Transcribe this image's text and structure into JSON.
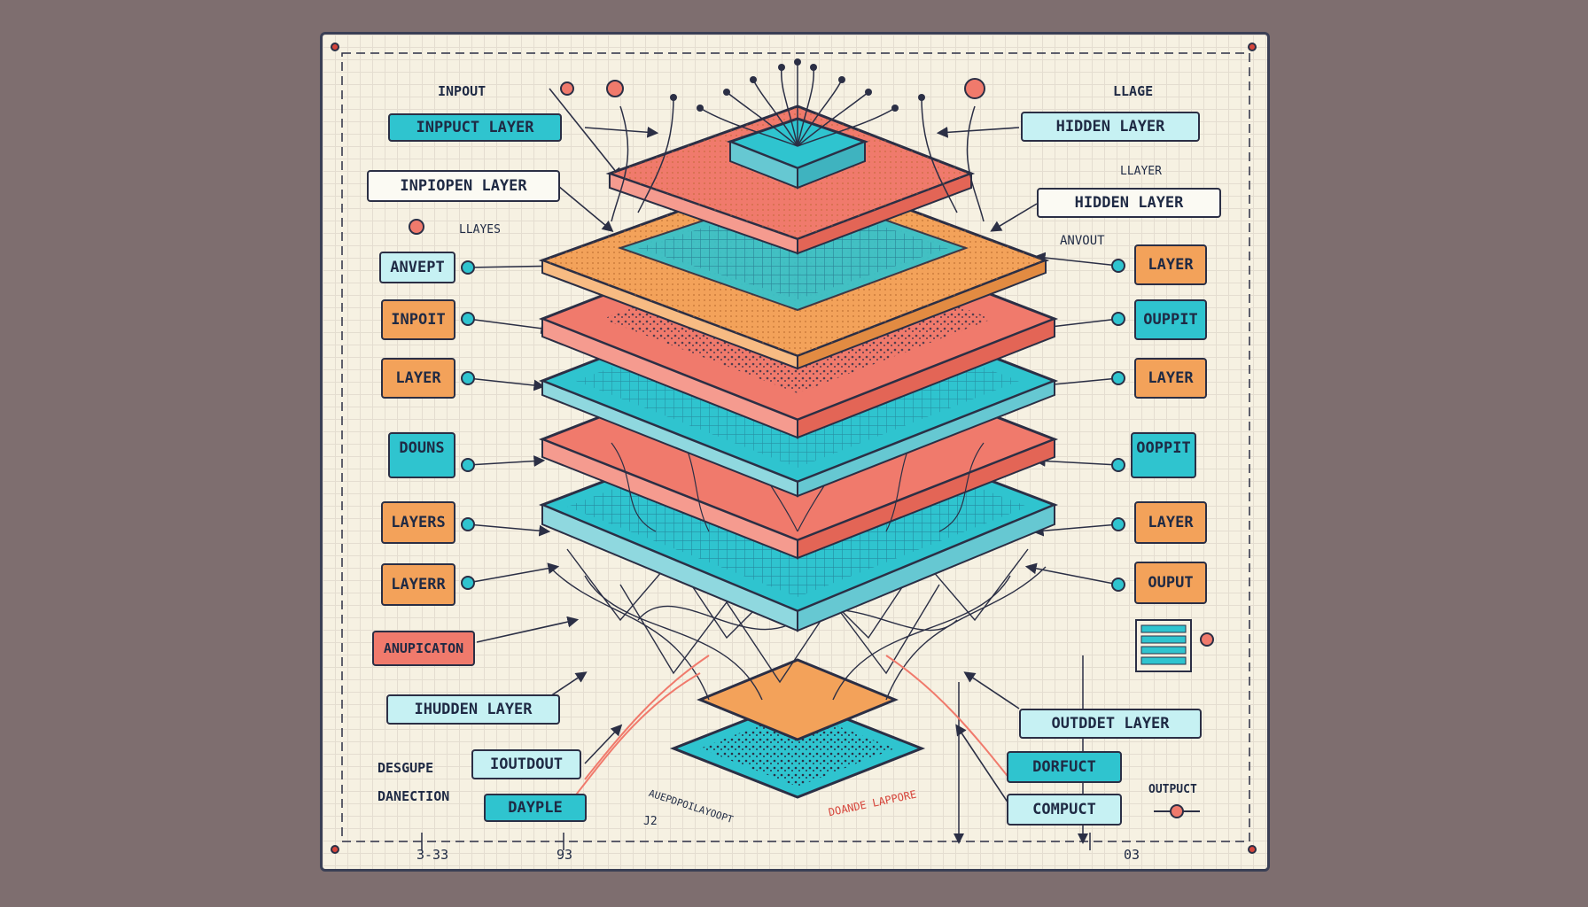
{
  "top_left_labels": {
    "input_text": "INPOUT",
    "input_layer": "INPPUCT LAYER",
    "inpiopen_layer": "INPIOPEN LAYER",
    "llayes": "LLAYES",
    "anvept": "ANVEPT"
  },
  "top_right_labels": {
    "llage": "LLAGE",
    "hidden_layer_1": "HIDDEN LAYER",
    "llayer": "LLAYER",
    "hidden_layer_2": "HIDDEN LAYER",
    "anvout": "ANVOUT"
  },
  "left_stack": [
    "INPOIT",
    "LAYER",
    "DOUNS",
    "LAYERS",
    "LAYERR"
  ],
  "right_stack": [
    "LAYER",
    "OUPPIT",
    "LAYER",
    "OOPPIT",
    "LAYER",
    "OUPUT"
  ],
  "left_bottom": {
    "anupicaton": "ANUPICATON",
    "hidden_layer": "IHUDDEN LAYER",
    "desgupe": "DESGUPE",
    "outdout": "IOUTDOUT",
    "danection": "DANECTION",
    "dayple": "DAYPLE"
  },
  "right_bottom": {
    "outdet_layer": "OUTDDET LAYER",
    "dorfuct": "DORFUCT",
    "compuct": "COMPUCT",
    "output": "OUTPUCT"
  },
  "center_captions": {
    "left": "AUEPDPOILAYOOPT",
    "left_sub": "J2",
    "right": "DOANDE LAPPORE"
  },
  "footer": {
    "left_code": "3-33",
    "mid_code": "93",
    "right_code": "03"
  },
  "colors": {
    "teal": "#2fc4cf",
    "coral": "#f07a6c",
    "orange": "#f3a25a",
    "ink": "#2b2f45",
    "paper": "#f6f1e2"
  }
}
